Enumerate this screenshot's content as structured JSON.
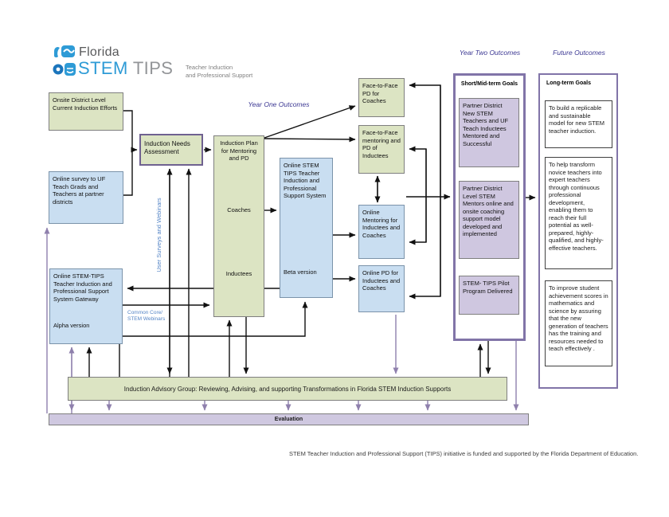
{
  "logo": {
    "region": "Florida",
    "brand": "STEM",
    "suffix": "TIPS",
    "tagline1": "Teacher Induction",
    "tagline2": "and Professional Support"
  },
  "headers": {
    "year_one": "Year One Outcomes",
    "year_two": "Year Two Outcomes",
    "future": "Future Outcomes"
  },
  "boxes": {
    "onsite": "Onsite District Level Current Induction Efforts",
    "survey": "Online survey to UF Teach Grads and Teachers at partner districts",
    "assessment": "Induction Needs Assessment",
    "plan_title": "Induction Plan for Mentoring and PD",
    "coaches": "Coaches",
    "inductees": "Inductees",
    "beta_main": "Online STEM TIPS Teacher Induction and Professional Support System",
    "beta_version": "Beta version",
    "gateway_main": "Online STEM-TIPS Teacher Induction and Professional Support System Gateway",
    "gateway_version": "Alpha version",
    "f2f_coaches": "Face-to-Face PD for Coaches",
    "f2f_inductees": "Face-to-Face mentoring and PD  of Inductees",
    "online_mentoring": "Online Mentoring for Inductees and Coaches",
    "online_pd": "Online PD for Inductees and Coaches"
  },
  "side_labels": {
    "user_surveys": "User Surveys and Webinars",
    "common_core": "Common Core/ STEM Webinars"
  },
  "short_mid": {
    "title": "Short/Mid-term Goals",
    "items": [
      "Partner District New STEM Teachers and UF Teach Inductees Mentored and Successful",
      "Partner District Level STEM Mentors online and onsite coaching support model developed and implemented",
      "STEM- TIPS Pilot Program Delivered"
    ]
  },
  "long_term": {
    "title": "Long-term Goals",
    "items": [
      "To build a replicable and sustainable model for new STEM teacher induction.",
      "To help transform novice teachers into expert teachers through continuous professional development, enabling them to reach their full potential as well-prepared, highly-qualified, and highly-effective teachers.",
      "To improve student achievement scores in mathematics and science by assuring that the new generation of teachers has the training and resources needed to teach effectively ."
    ]
  },
  "bars": {
    "advisory": "Induction Advisory Group: Reviewing, Advising, and supporting Transformations in Florida STEM Induction Supports",
    "evaluation": "Evaluation"
  },
  "footer": "STEM Teacher Induction and Professional Support (TIPS) initiative is funded and supported by the Florida Department of Education.",
  "colors": {
    "green_box": "#dce4c3",
    "blue_box": "#c9def1",
    "purple_box": "#cfc7e0",
    "purple_panel_border": "#8174a8",
    "evaluation_bar": "#cfc8e0",
    "arrow_black": "#111111",
    "arrow_purple": "#8f80ad",
    "logo_blue": "#2e9bd6",
    "header_text": "#3c3893",
    "side_label_text": "#5585c6"
  }
}
